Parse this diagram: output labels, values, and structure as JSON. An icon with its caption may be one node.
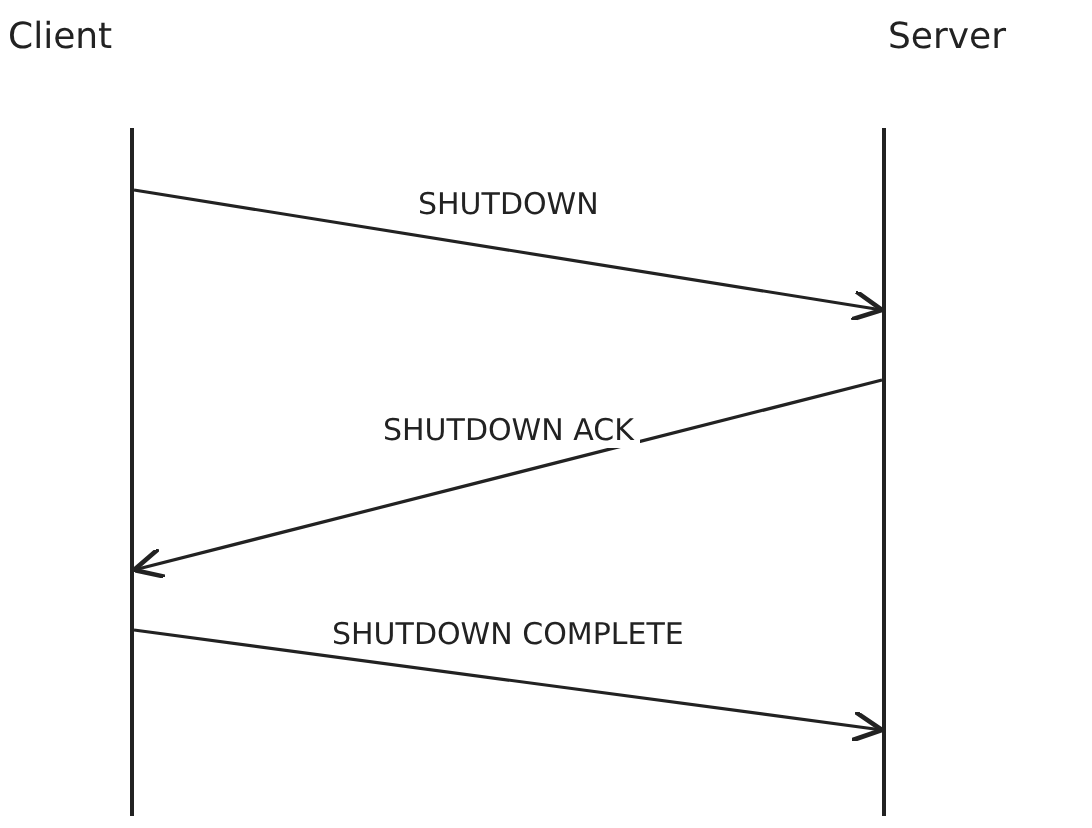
{
  "diagram": {
    "nodes": [
      {
        "text": [
          "Client"
        ]
      },
      {
        "text": [
          "Server"
        ]
      }
    ],
    "edges": [
      {
        "from": 0,
        "to": 1,
        "arrow": "to",
        "label": "SHUTDOWN"
      },
      {
        "from": 1,
        "to": 0,
        "arrow": "to",
        "label": "SHUTDOWN ACK"
      },
      {
        "from": 0,
        "to": 1,
        "arrow": "to",
        "label": "SHUTDOWN COMPLETE"
      }
    ]
  }
}
